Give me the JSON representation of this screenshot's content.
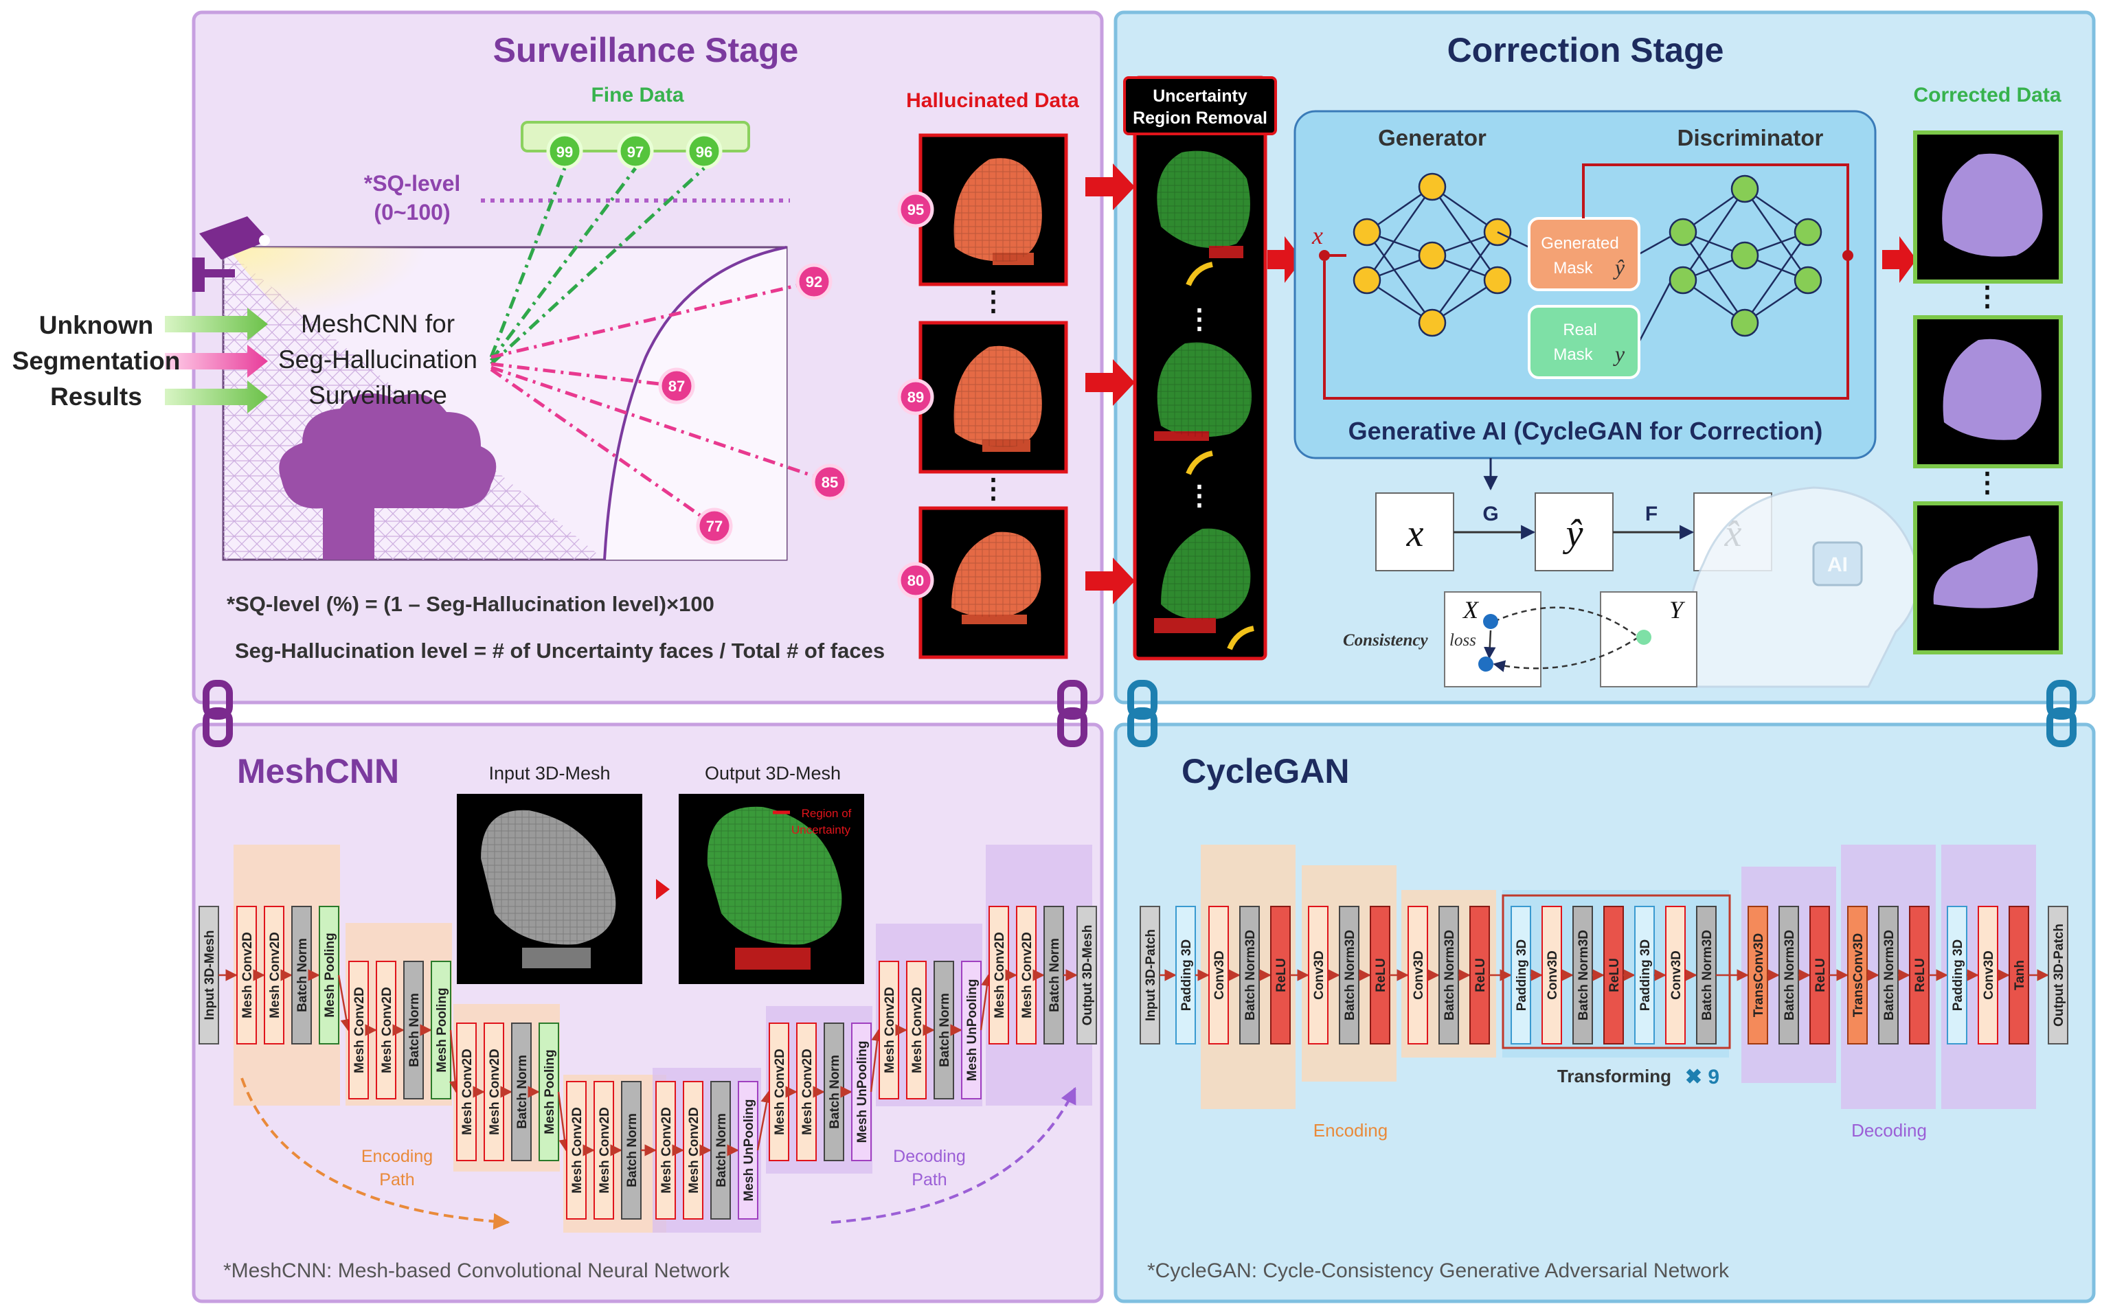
{
  "surveillance": {
    "title": "Surveillance Stage",
    "fine_data": "Fine Data",
    "fine_scores": [
      "99",
      "97",
      "96"
    ],
    "sq_level_label": "*SQ-level",
    "sq_level_range": "(0~100)",
    "input_lines": [
      "Unknown",
      "Segmentation",
      "Results"
    ],
    "meshcnn_lines": [
      "MeshCNN for",
      "Seg-Hallucination",
      "Surveillance"
    ],
    "outlier_scores": [
      "92",
      "87",
      "85",
      "77"
    ],
    "formula_1": "*SQ-level (%) = (1 – Seg-Hallucination level)×100",
    "formula_2": "Seg-Hallucination level = # of Uncertainty faces / Total # of faces"
  },
  "hallucinated": {
    "title": "Hallucinated Data",
    "scores": [
      "95",
      "89",
      "80"
    ],
    "ellipsis": "⋮"
  },
  "correction": {
    "title": "Correction Stage",
    "removal_lines": [
      "Uncertainty",
      "Region Removal"
    ],
    "generator": "Generator",
    "discriminator": "Discriminator",
    "generated_mask": [
      "Generated",
      "Mask"
    ],
    "real_mask": [
      "Real",
      "Mask"
    ],
    "x_sym": "x",
    "yhat_sym": "ŷ",
    "y_sym": "y",
    "gan_caption": "Generative AI (CycleGAN for Correction)",
    "cycle_x": "x",
    "cycle_g": "G",
    "cycle_yhat": "ŷ",
    "cycle_f": "F",
    "cycle_xhat": "x̂",
    "X_cap": "X",
    "Y_cap": "Y",
    "consistency": "Consistency",
    "loss": "loss",
    "ai_badge": "AI",
    "corrected_title": "Corrected Data"
  },
  "meshcnn": {
    "title": "MeshCNN",
    "input_title": "Input 3D-Mesh",
    "output_title": "Output 3D-Mesh",
    "region_legend": [
      "Region of",
      "Uncertainty"
    ],
    "encoding_path": [
      "Encoding",
      "Path"
    ],
    "decoding_path": [
      "Decoding",
      "Path"
    ],
    "footnote": "*MeshCNN: Mesh-based Convolutional Neural Network",
    "layers": {
      "input": "Input 3D-Mesh",
      "conv": "Mesh Conv2D",
      "bn": "Batch Norm",
      "pool": "Mesh Pooling",
      "unpool": "Mesh UnPooling",
      "output": "Output 3D-Mesh"
    }
  },
  "cyclegan": {
    "title": "CycleGAN",
    "transforming": "Transforming",
    "times": "✖ 9",
    "encoding": "Encoding",
    "decoding": "Decoding",
    "footnote": "*CycleGAN: Cycle-Consistency Generative Adversarial Network",
    "layers": {
      "input": "Input 3D-Patch",
      "pad": "Padding 3D",
      "conv": "Conv3D",
      "bn": "Batch Norm3D",
      "relu": "ReLU",
      "tconv": "TransConv3D",
      "tanh": "Tanh",
      "output": "Output 3D-Patch"
    }
  },
  "colors": {
    "purple_panel": "#eee0f7",
    "blue_panel": "#cce9f7",
    "title_purple": "#7b3a9e",
    "title_navy": "#1d2b5e",
    "green_label": "#37b24d",
    "red_label": "#e0141b",
    "orange": "#e98a3a"
  }
}
